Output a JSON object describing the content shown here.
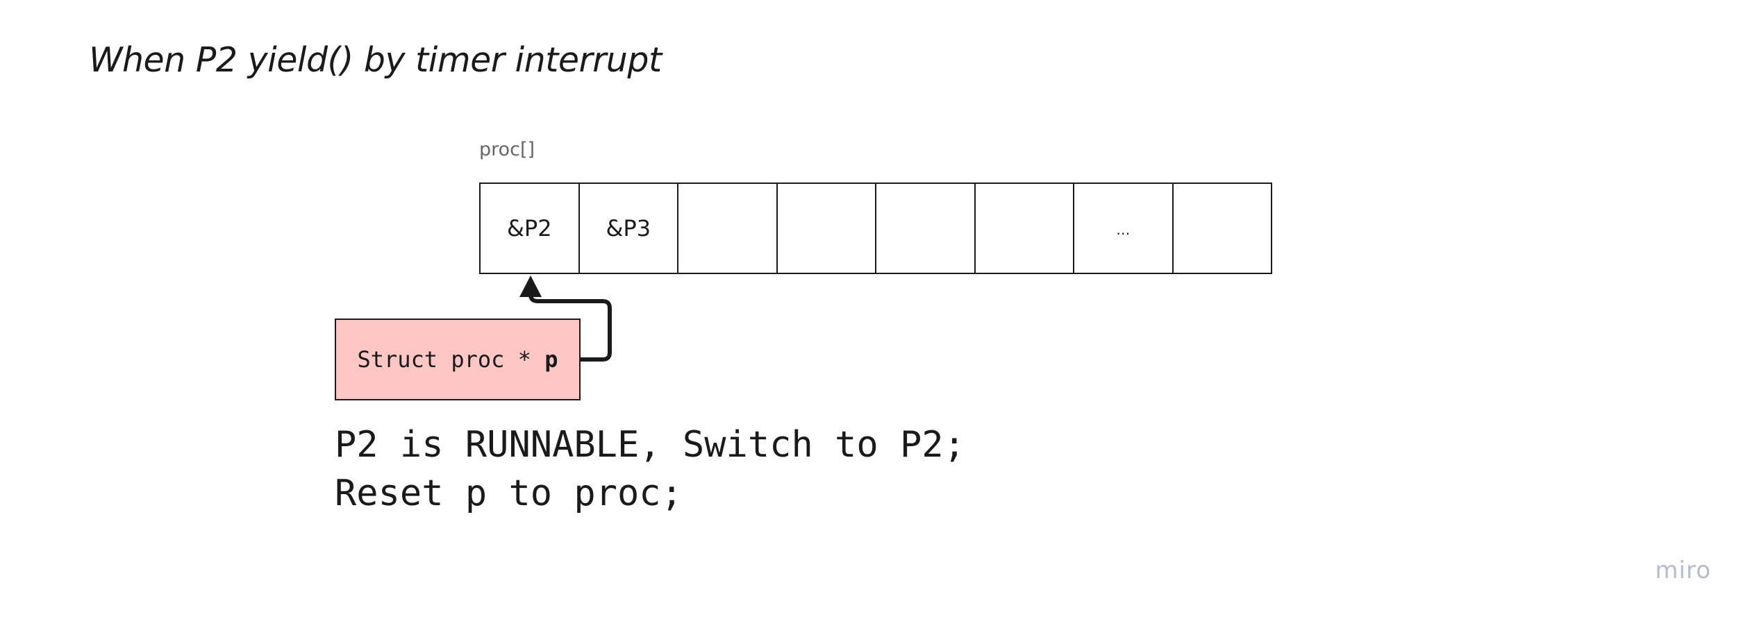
{
  "diagram": {
    "title": "When P2 yield() by timer interrupt",
    "array_label": "proc[]",
    "cells": [
      "&P2",
      "&P3",
      "",
      "",
      "",
      "",
      "…",
      ""
    ],
    "pointer_box": {
      "prefix": "Struct proc * ",
      "variable": "p",
      "fill_color": "#ffc6c6"
    },
    "description_lines": [
      "P2 is RUNNABLE, Switch to P2;",
      "Reset p to proc;"
    ],
    "watermark": "miro"
  }
}
